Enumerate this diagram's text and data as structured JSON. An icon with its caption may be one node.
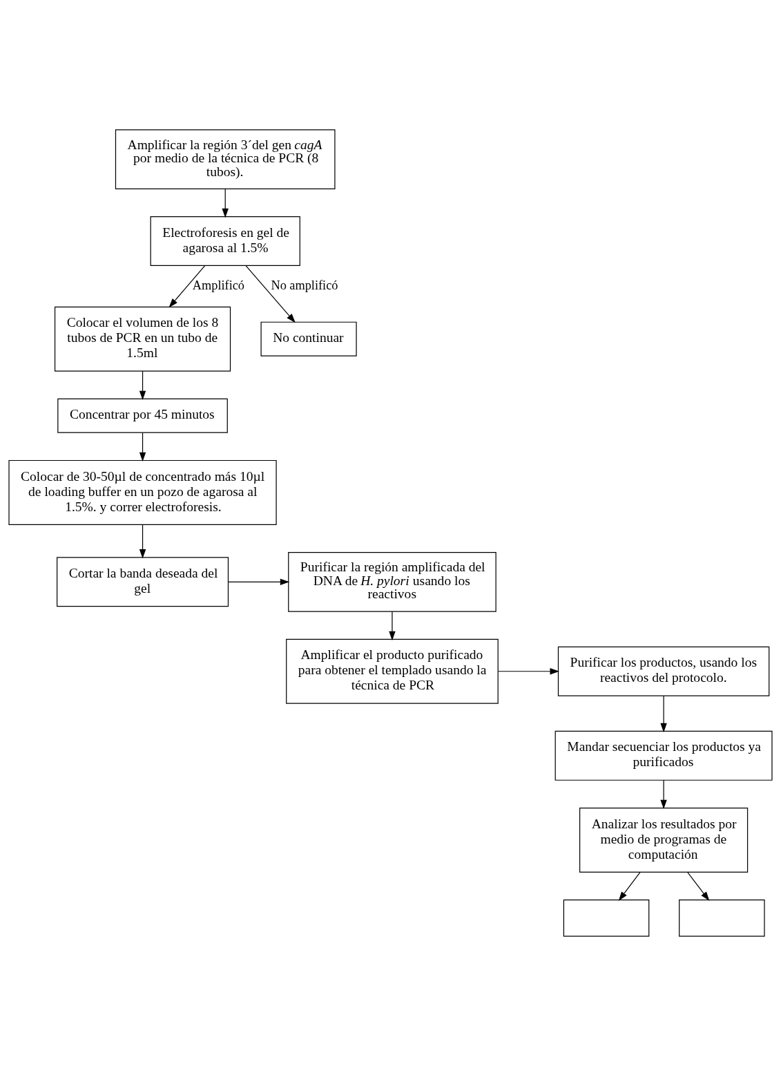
{
  "diagram": {
    "nodes": [
      {
        "text": [
          "Amplificar la región 3´del gen *cagA* por medio de la técnica de PCR (8 tubos)."
        ]
      },
      {
        "text": [
          "Electroforesis en gel de agarosa al 1.5%"
        ]
      },
      {
        "text": [
          "Colocar el volumen de los 8 tubos de PCR en un tubo de 1.5ml"
        ]
      },
      {
        "text": [
          "No continuar"
        ]
      },
      {
        "text": [
          "Concentrar por 45 minutos"
        ]
      },
      {
        "text": [
          "Colocar de 30-50µl de concentrado más 10µl de loading buffer en un pozo de agarosa al 1.5%. y correr electroforesis."
        ]
      },
      {
        "text": [
          "Cortar la banda deseada del gel"
        ]
      },
      {
        "text": [
          "Purificar la región amplificada del DNA de *H. pylori* usando los reactivos"
        ]
      },
      {
        "text": [
          "Amplificar el producto purificado para obtener el templado usando la técnica de PCR"
        ]
      },
      {
        "text": [
          "Purificar los productos, usando los reactivos del protocolo."
        ]
      },
      {
        "text": [
          "Mandar secuenciar los productos ya purificados"
        ]
      },
      {
        "text": [
          "Analizar los resultados por medio de programas de computación"
        ]
      },
      {
        "text": [],
        "shape": "box"
      },
      {
        "text": [],
        "shape": "box"
      }
    ],
    "edges": [
      {
        "from": 0,
        "to": 1,
        "arrow": "to"
      },
      {
        "from": 1,
        "to": 2,
        "arrow": "to",
        "label": "Amplificó"
      },
      {
        "from": 1,
        "to": 3,
        "arrow": "to",
        "label": "No amplificó"
      },
      {
        "from": 2,
        "to": 4,
        "arrow": "to"
      },
      {
        "from": 4,
        "to": 5,
        "arrow": "to"
      },
      {
        "from": 5,
        "to": 6,
        "arrow": "to"
      },
      {
        "from": 6,
        "to": 7,
        "arrow": "to"
      },
      {
        "from": 7,
        "to": 8,
        "arrow": "to"
      },
      {
        "from": 8,
        "to": 9,
        "arrow": "to"
      },
      {
        "from": 9,
        "to": 10,
        "arrow": "to"
      },
      {
        "from": 10,
        "to": 11,
        "arrow": "to"
      },
      {
        "from": 11,
        "to": 12,
        "arrow": "to"
      },
      {
        "from": 11,
        "to": 13,
        "arrow": "to"
      }
    ]
  }
}
